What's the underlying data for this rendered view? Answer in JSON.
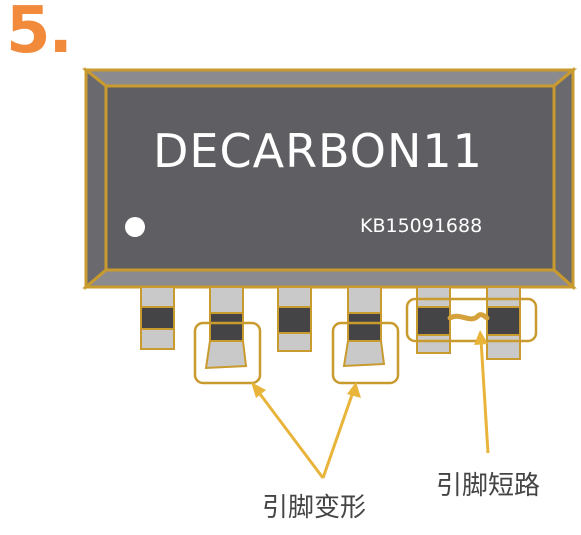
{
  "step": {
    "number": "5."
  },
  "chip": {
    "marking": "DECARBON11",
    "code": "KB15091688"
  },
  "callouts": {
    "pin_deformation": "引脚变形",
    "pin_short": "引脚短路"
  },
  "colors": {
    "step_orange": "#f28a3c",
    "gold_outline": "#c99a2e",
    "body_dark": "#5f5f63",
    "pin_light": "#c9c9c9",
    "pin_dark": "#444446",
    "arrow": "#e8b43a"
  }
}
